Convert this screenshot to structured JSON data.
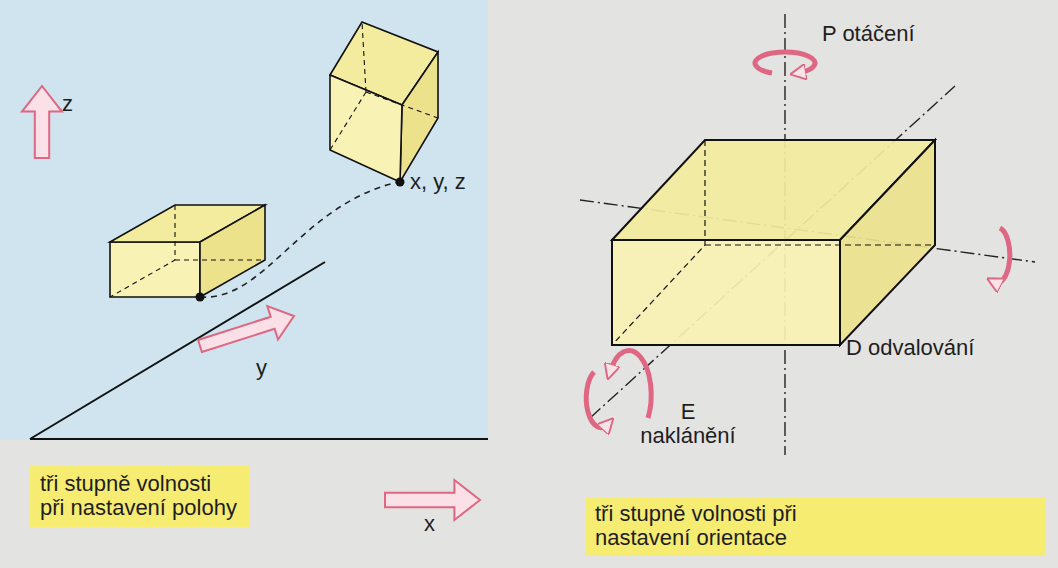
{
  "diagram": {
    "nodes": [
      {
        "text": [
          "tři stupně volnosti při nastavení polohy"
        ]
      },
      {
        "text": [
          "tři stupně volnosti při nastavení orientace"
        ]
      }
    ],
    "labels": [
      "z",
      "x, y, z",
      "y",
      "x",
      "P otáčení",
      "D odvalování",
      "E naklánění"
    ]
  }
}
